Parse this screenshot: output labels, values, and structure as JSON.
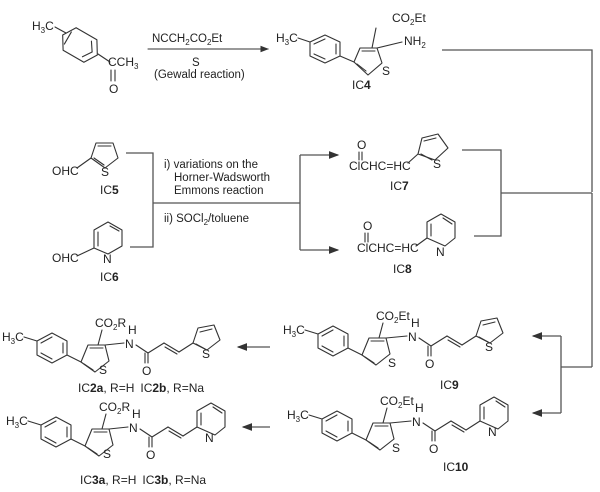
{
  "scheme": {
    "reaction_1": {
      "starting_material": {
        "name": "4-methylacetophenone",
        "methyl_label": "H3C",
        "acyl_label": "CCH3",
        "oxygen": "O"
      },
      "reagent_above": "NCCH2CO2Et",
      "reagent_below": "S",
      "condition": "(Gewald reaction)",
      "product": {
        "id_prefix": "IC",
        "id_num": "4",
        "ester": "CO2Et",
        "amine": "NH2",
        "ring_atom": "S",
        "methyl_label": "H3C"
      }
    },
    "reaction_2": {
      "aldehyde_1": {
        "group": "OHC",
        "ring_atom": "S",
        "id_prefix": "IC",
        "id_num": "5"
      },
      "aldehyde_2": {
        "group": "OHC",
        "ring_atom": "N",
        "id_prefix": "IC",
        "id_num": "6"
      },
      "step_i": "i) variations on the",
      "step_i_line2": "Horner-Wadsworth",
      "step_i_line3": "Emmons reaction",
      "step_ii": "ii) SOCl2/toluene",
      "product_1": {
        "carbonyl_o": "O",
        "chain": "ClCHC=HC",
        "ring_atom": "S",
        "id_prefix": "IC",
        "id_num": "7"
      },
      "product_2": {
        "carbonyl_o": "O",
        "chain": "ClCHC=HC",
        "ring_atom": "N",
        "id_prefix": "IC",
        "id_num": "8"
      }
    },
    "amides": [
      {
        "id_prefix": "IC",
        "id_num": "9",
        "ester": "CO2Et",
        "nh": "H",
        "n": "N",
        "o": "O",
        "thio_s": "S",
        "hetero": "S",
        "methyl_label": "H3C"
      },
      {
        "id_prefix": "IC",
        "id_num": "10",
        "ester": "CO2Et",
        "nh": "H",
        "n": "N",
        "o": "O",
        "thio_s": "S",
        "hetero": "N",
        "methyl_label": "H3C"
      }
    ],
    "acids": [
      {
        "ester": "CO2R",
        "nh": "H",
        "n": "N",
        "o": "O",
        "thio_s": "S",
        "hetero": "S",
        "methyl_label": "H3C",
        "label_a_prefix": "IC",
        "label_a_num": "2a",
        "label_a_r": ", R=H",
        "label_b_prefix": "IC",
        "label_b_num": "2b",
        "label_b_r": ", R=Na"
      },
      {
        "ester": "CO2R",
        "nh": "H",
        "n": "N",
        "o": "O",
        "thio_s": "S",
        "hetero": "N",
        "methyl_label": "H3C",
        "label_a_prefix": "IC",
        "label_a_num": "3a",
        "label_a_r": ", R=H",
        "label_b_prefix": "IC",
        "label_b_num": "3b",
        "label_b_r": ", R=Na"
      }
    ]
  }
}
